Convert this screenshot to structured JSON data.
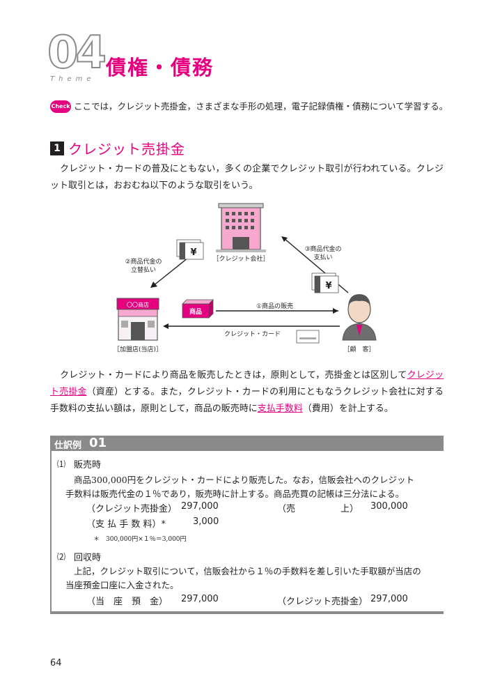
{
  "header": {
    "theme_number": "04",
    "theme_word": "Theme",
    "title": "債権・債務"
  },
  "check": {
    "badge": "Check",
    "text": "ここでは，クレジット売掛金，さまざまな手形の処理，電子記録債権・債務について学習する。"
  },
  "section": {
    "number": "1",
    "title": "クレジット売掛金"
  },
  "intro": "クレジット・カードの普及にともない，多くの企業でクレジット取引が行われている。クレジット取引とは，おおむね以下のような取引をいう。",
  "diagram": {
    "company_label": "［クレジット会社］",
    "store_label": "［加盟店(当店)］",
    "store_sign": "〇〇商店",
    "customer_label": "［顧　客］",
    "goods_label": "商品",
    "flow1": "①商品の販売",
    "flow_card": "クレジット・カード",
    "flow2_line1": "②商品代金の",
    "flow2_line2": "立替払い",
    "flow3_line1": "③商品代金の",
    "flow3_line2": "支払い",
    "yen_symbol": "¥"
  },
  "body": {
    "p2_a": "クレジット・カードにより商品を販売したときは，原則として，売掛金とは区別して",
    "p2_term1": "クレジット売掛金",
    "p2_b": "（資産）とする。また，クレジット・カードの利用にともなうクレジット会社に対する手数料の支払い額は，原則として，商品の販売時に",
    "p2_term2": "支払手数料",
    "p2_c": "（費用）を計上する。"
  },
  "example": {
    "label": "仕訳例",
    "number": "01",
    "case1": {
      "marker": "⑴",
      "title": "販売時",
      "text_line1": "商品300,000円をクレジット・カードにより販売した。なお，信販会社へのクレジット",
      "text_line2": "手数料は販売代金の１％であり，販売時に計上する。商品売買の記帳は三分法による。",
      "debit1_account": "（クレジット売掛金）",
      "debit1_amount": "297,000",
      "credit1_account": "（売　　　　　上）",
      "credit1_amount": "300,000",
      "debit2_account": "（支 払 手 数 料）*",
      "debit2_amount": "3,000",
      "note": "＊　300,000円×１％＝3,000円"
    },
    "case2": {
      "marker": "⑵",
      "title": "回収時",
      "text_line1": "上記，クレジット取引について，信販会社から１％の手数料を差し引いた手取額が当店の",
      "text_line2": "当座預金口座に入金された。",
      "debit_account": "（当　座　預　金）",
      "debit_amount": "297,000",
      "credit_account": "（クレジット売掛金）",
      "credit_amount": "297,000"
    }
  },
  "page_number": "64",
  "colors": {
    "accent": "#e4007f",
    "gray": "#8a8a8a",
    "text": "#231f20"
  }
}
